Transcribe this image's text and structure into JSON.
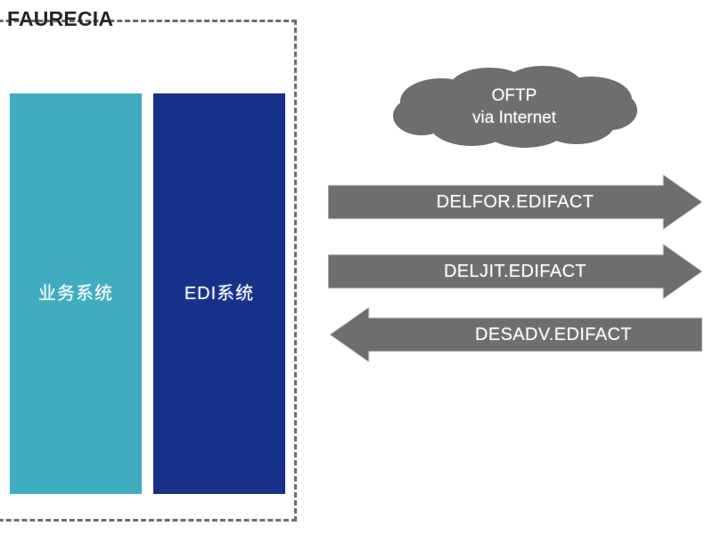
{
  "diagram": {
    "company": {
      "name": "FAURECIA"
    },
    "boundary": {
      "style": "dashed",
      "color": "#6e6e6e"
    },
    "systems": [
      {
        "id": "business-system",
        "label": "业务系统",
        "color": "#3fadbf"
      },
      {
        "id": "edi-system",
        "label": "EDI系统",
        "color": "#15318a"
      }
    ],
    "cloud": {
      "line1": "OFTP",
      "line2": "via Internet",
      "color": "#6e6e6e"
    },
    "flows": [
      {
        "id": "delfor",
        "label": "DELFOR.EDIFACT",
        "direction": "right",
        "color": "#6e6e6e"
      },
      {
        "id": "deljit",
        "label": "DELJIT.EDIFACT",
        "direction": "right",
        "color": "#6e6e6e"
      },
      {
        "id": "desadv",
        "label": "DESADV.EDIFACT",
        "direction": "left",
        "color": "#6e6e6e"
      }
    ]
  }
}
